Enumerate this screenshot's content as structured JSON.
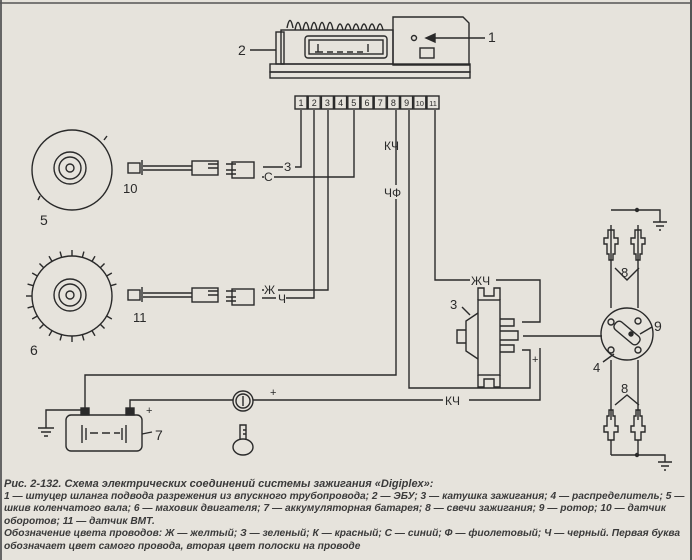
{
  "figure": {
    "title": "Рис. 2-132. Схема электрических соединений системы зажигания «Digiplex»:",
    "legend": "1 — штуцер шланга подвода разрежения из впускного трубопровода; 2 — ЭБУ; 3 — катушка зажигания; 4 — распределитель; 5 — шкив коленчатого вала; 6 — маховик двигателя; 7 — аккумуляторная батарея; 8 — свечи зажигания; 9 — ротор; 10 — датчик оборотов; 11 — датчик ВМТ.",
    "wire_colors": "Обозначение цвета проводов: Ж — желтый; З — зеленый; К — красный; С — синий; Ф — фиолетовый; Ч — черный. Первая буква обозначает цвет самого провода, вторая цвет полоски на проводе"
  },
  "diagram": {
    "callouts": {
      "c1": "1",
      "c2": "2",
      "c3": "3",
      "c4": "4",
      "c5": "5",
      "c6": "6",
      "c7": "7",
      "c8a": "8",
      "c8b": "8",
      "c9": "9",
      "c10": "10",
      "c11": "11"
    },
    "connector_pins": [
      "1",
      "2",
      "3",
      "4",
      "5",
      "6",
      "7",
      "8",
      "9",
      "10",
      "11"
    ],
    "wire_labels": {
      "z": "З",
      "s": "С",
      "zh": "Ж",
      "ch": "Ч",
      "kch_top": "КЧ",
      "chf": "ЧФ",
      "zhch": "ЖЧ",
      "kch_bottom": "КЧ"
    },
    "polarity": {
      "minus": "−",
      "plus": "+",
      "switch_plus": "+",
      "coil_plus": "+"
    }
  }
}
